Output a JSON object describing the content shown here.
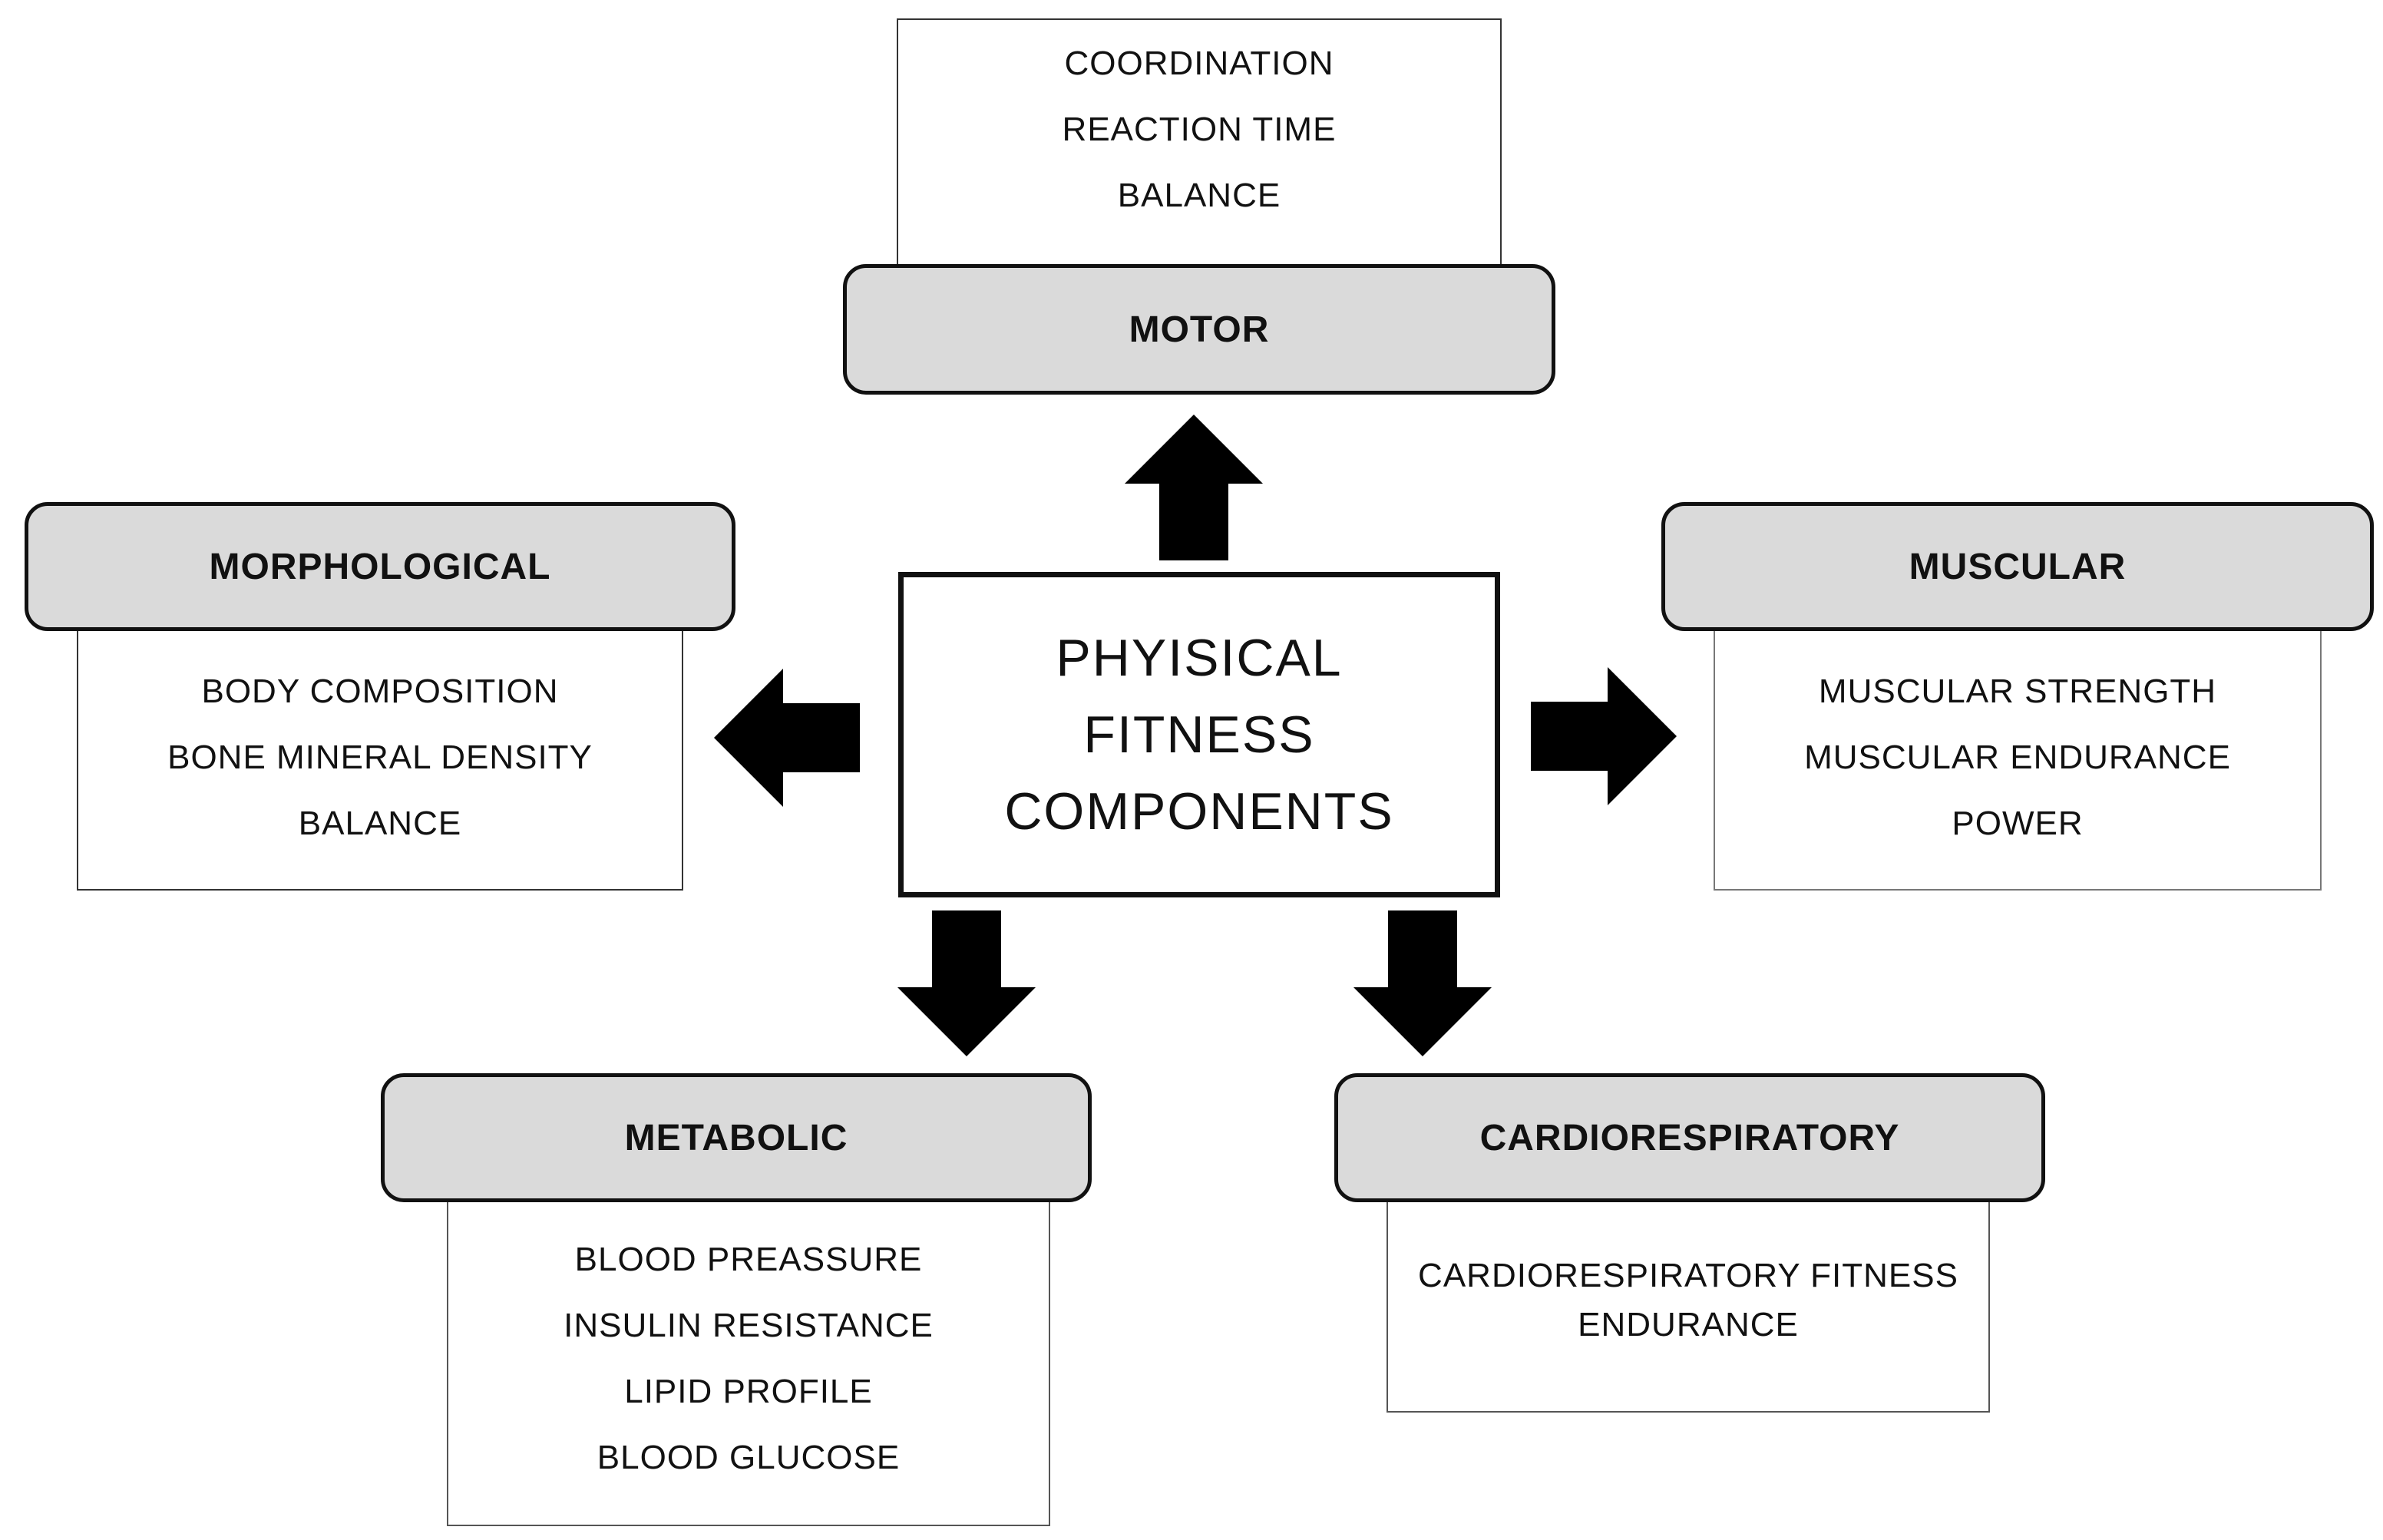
{
  "center": {
    "lines": [
      "PHYISICAL",
      "FITNESS",
      "COMPONENTS"
    ]
  },
  "categories": {
    "motor": {
      "label": "MOTOR",
      "items": [
        "COORDINATION",
        "REACTION TIME",
        "BALANCE"
      ]
    },
    "morphological": {
      "label": "MORPHOLOGICAL",
      "items": [
        "BODY COMPOSITION",
        "BONE MINERAL DENSITY",
        "BALANCE"
      ]
    },
    "muscular": {
      "label": "MUSCULAR",
      "items": [
        "MUSCULAR STRENGTH",
        "MUSCULAR ENDURANCE",
        "POWER"
      ]
    },
    "metabolic": {
      "label": "METABOLIC",
      "items": [
        "BLOOD PREASSURE",
        "INSULIN RESISTANCE",
        "LIPID PROFILE",
        "BLOOD GLUCOSE"
      ]
    },
    "cardiorespiratory": {
      "label": "CARDIORESPIRATORY",
      "items": [
        "CARDIORESPIRATORY FITNESS",
        "ENDURANCE"
      ]
    }
  },
  "colors": {
    "header_fill": "#dadada",
    "outline": "#111111",
    "arrow": "#000000"
  },
  "icons": [
    "arrow-up-icon",
    "arrow-left-icon",
    "arrow-right-icon",
    "arrow-down-icon"
  ]
}
